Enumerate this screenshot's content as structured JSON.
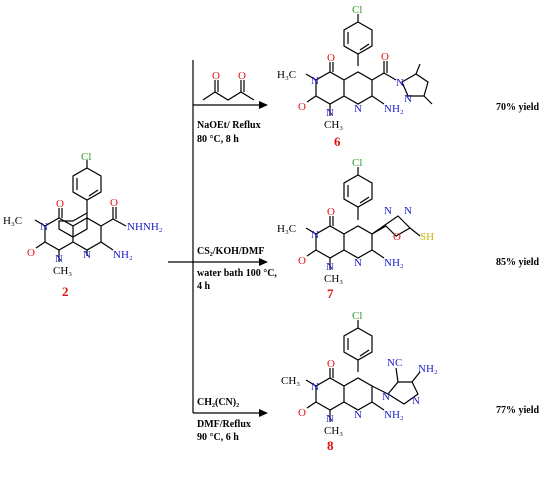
{
  "compounds": {
    "c2": {
      "number": "2",
      "labels": {
        "cl": "Cl",
        "nme1": "H₃C",
        "n1": "N",
        "o1": "O",
        "o2": "O",
        "n2": "N",
        "me2": "CH₃",
        "npy": "N",
        "amide_o": "O",
        "hydrazide": "NHNH₂",
        "nh2": "NH₂"
      }
    },
    "c6": {
      "number": "6",
      "labels": {
        "cl": "Cl",
        "nme1": "H₃C",
        "n1": "N",
        "o1": "O",
        "o2": "O",
        "n2": "N",
        "me2": "CH₃",
        "npy": "N",
        "carbonyl_o": "O",
        "pz_n1": "N",
        "pz_n2": "N",
        "nh2": "NH₂"
      }
    },
    "c7": {
      "number": "7",
      "labels": {
        "cl": "Cl",
        "nme1": "H₃C",
        "n1": "N",
        "o1": "O",
        "o2": "O",
        "n2": "N",
        "me2": "CH₃",
        "npy": "N",
        "ox_o": "O",
        "ox_n1": "N",
        "ox_n2": "N",
        "sh": "SH",
        "nh2": "NH₂"
      }
    },
    "c8": {
      "number": "8",
      "labels": {
        "cl": "Cl",
        "nme1": "CH₃",
        "n1": "N",
        "o1": "O",
        "o2": "O",
        "n2": "N",
        "me2": "CH₃",
        "npy": "N",
        "cn": "NC",
        "nh2_pz": "NH₂",
        "pz_n1": "N",
        "pz_n2": "N",
        "nh2": "NH₂"
      }
    }
  },
  "conditions": {
    "r6": {
      "line1": "NaOEt/ Reflux",
      "line2": "80 °C, 8 h"
    },
    "r7": {
      "reagent": "CS₂/KOH/DMF",
      "line1": "water bath 100 °C,",
      "line2": "4 h"
    },
    "r8": {
      "reagent": "CH₂(CN)₂",
      "line1": "DMF/Reflux",
      "line2": "90 °C, 6 h"
    }
  },
  "yields": {
    "y6": "70% yield",
    "y7": "85% yield",
    "y8": "77% yield"
  }
}
